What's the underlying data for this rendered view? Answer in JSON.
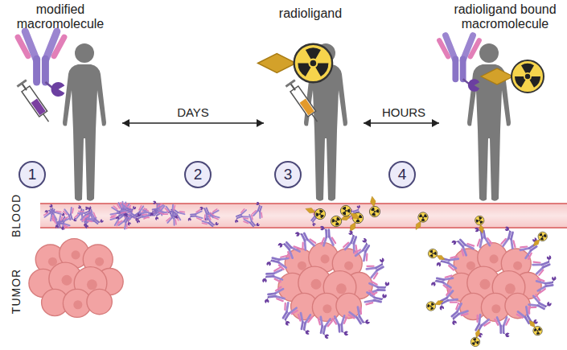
{
  "diagram": {
    "nodes": [
      {
        "text": [
          "1"
        ]
      },
      {
        "text": [
          "2"
        ]
      },
      {
        "text": [
          "3"
        ]
      },
      {
        "text": [
          "4"
        ]
      }
    ],
    "labels": [
      "modified macromolecule",
      "radioligand",
      "radioligand bound macromolecule",
      "DAYS",
      "HOURS",
      "BLOOD",
      "TUMOR"
    ]
  }
}
